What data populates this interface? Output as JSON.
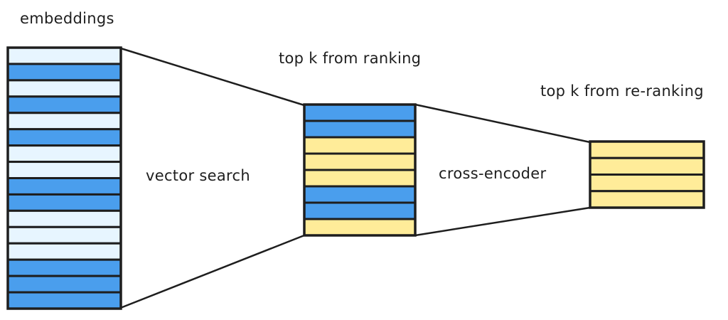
{
  "labels": {
    "embeddings": "embeddings",
    "top_k_ranking": "top k from ranking",
    "top_k_reranking": "top k from re-ranking",
    "vector_search": "vector search",
    "cross_encoder": "cross-encoder"
  },
  "colors": {
    "light_blue": "#e7f5ff",
    "blue": "#4a9eed",
    "yellow": "#ffec99",
    "stroke": "#1e1e1e"
  },
  "stacks": {
    "embeddings": [
      "light_blue",
      "blue",
      "light_blue",
      "blue",
      "light_blue",
      "blue",
      "light_blue",
      "light_blue",
      "blue",
      "blue",
      "light_blue",
      "light_blue",
      "light_blue",
      "blue",
      "blue",
      "blue"
    ],
    "ranking": [
      "blue",
      "blue",
      "yellow",
      "yellow",
      "yellow",
      "blue",
      "blue",
      "yellow"
    ],
    "reranking": [
      "yellow",
      "yellow",
      "yellow",
      "yellow"
    ]
  }
}
